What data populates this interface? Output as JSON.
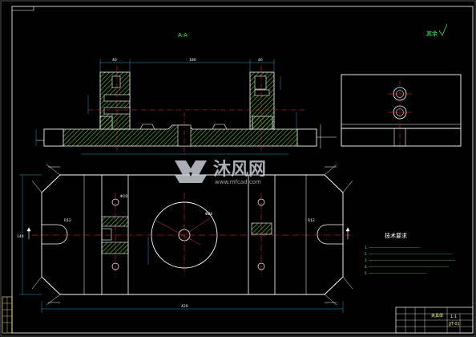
{
  "drawing": {
    "view_label_front": "A-A",
    "corner_label": "其余",
    "tech_req_title": "技术要求",
    "tech_req_lines": [
      "1. ————————————————",
      "2. ——————————————————————————",
      "3. ———————————————————————————",
      "4. —————————————————————————",
      "5. ——————————————————"
    ],
    "title_block": {
      "name": "夹具体",
      "code": "JJT-01",
      "scale": "1:1"
    },
    "dims": {
      "top_width": "180",
      "top_left": "40",
      "top_right": "40",
      "plan_width": "420",
      "plan_height": "140",
      "radius": "R12",
      "hole": "Φ10",
      "center_dia": "Φ86"
    }
  },
  "watermark": {
    "brand": "沐风网",
    "url": "www.mfcad.com"
  },
  "colors": {
    "background": "#000000",
    "outline": "#ffffff",
    "centerline": "#ff3333",
    "hatch": "#66cc33",
    "dimension": "#33ccff",
    "text_green": "#33ff66",
    "title_yellow": "#ffff66"
  }
}
